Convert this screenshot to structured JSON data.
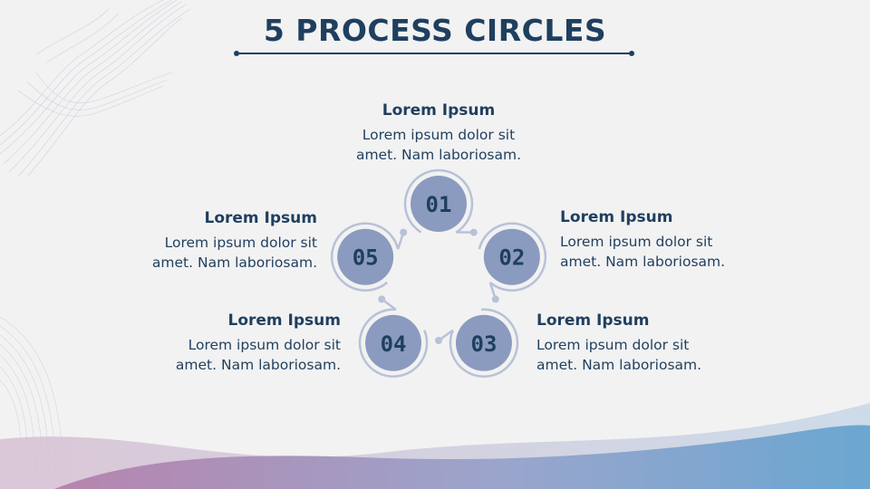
{
  "title": "5 PROCESS CIRCLES",
  "steps": [
    {
      "num": "01",
      "heading": "Lorem Ipsum",
      "line1": "Lorem ipsum dolor sit",
      "line2": "amet. Nam laboriosam."
    },
    {
      "num": "02",
      "heading": "Lorem Ipsum",
      "line1": "Lorem ipsum dolor sit",
      "line2": "amet. Nam laboriosam."
    },
    {
      "num": "03",
      "heading": "Lorem Ipsum",
      "line1": "Lorem ipsum dolor sit",
      "line2": "amet. Nam laboriosam."
    },
    {
      "num": "04",
      "heading": "Lorem Ipsum",
      "line1": "Lorem ipsum dolor sit",
      "line2": "amet. Nam laboriosam."
    },
    {
      "num": "05",
      "heading": "Lorem Ipsum",
      "line1": "Lorem ipsum dolor sit",
      "line2": "amet. Nam laboriosam."
    }
  ],
  "colors": {
    "title": "#1f3f5f",
    "circle_fill": "#8b9bbf",
    "ring": "#b8c1d8",
    "wave_left": "#b88bb0",
    "wave_right": "#6fa8d0"
  }
}
